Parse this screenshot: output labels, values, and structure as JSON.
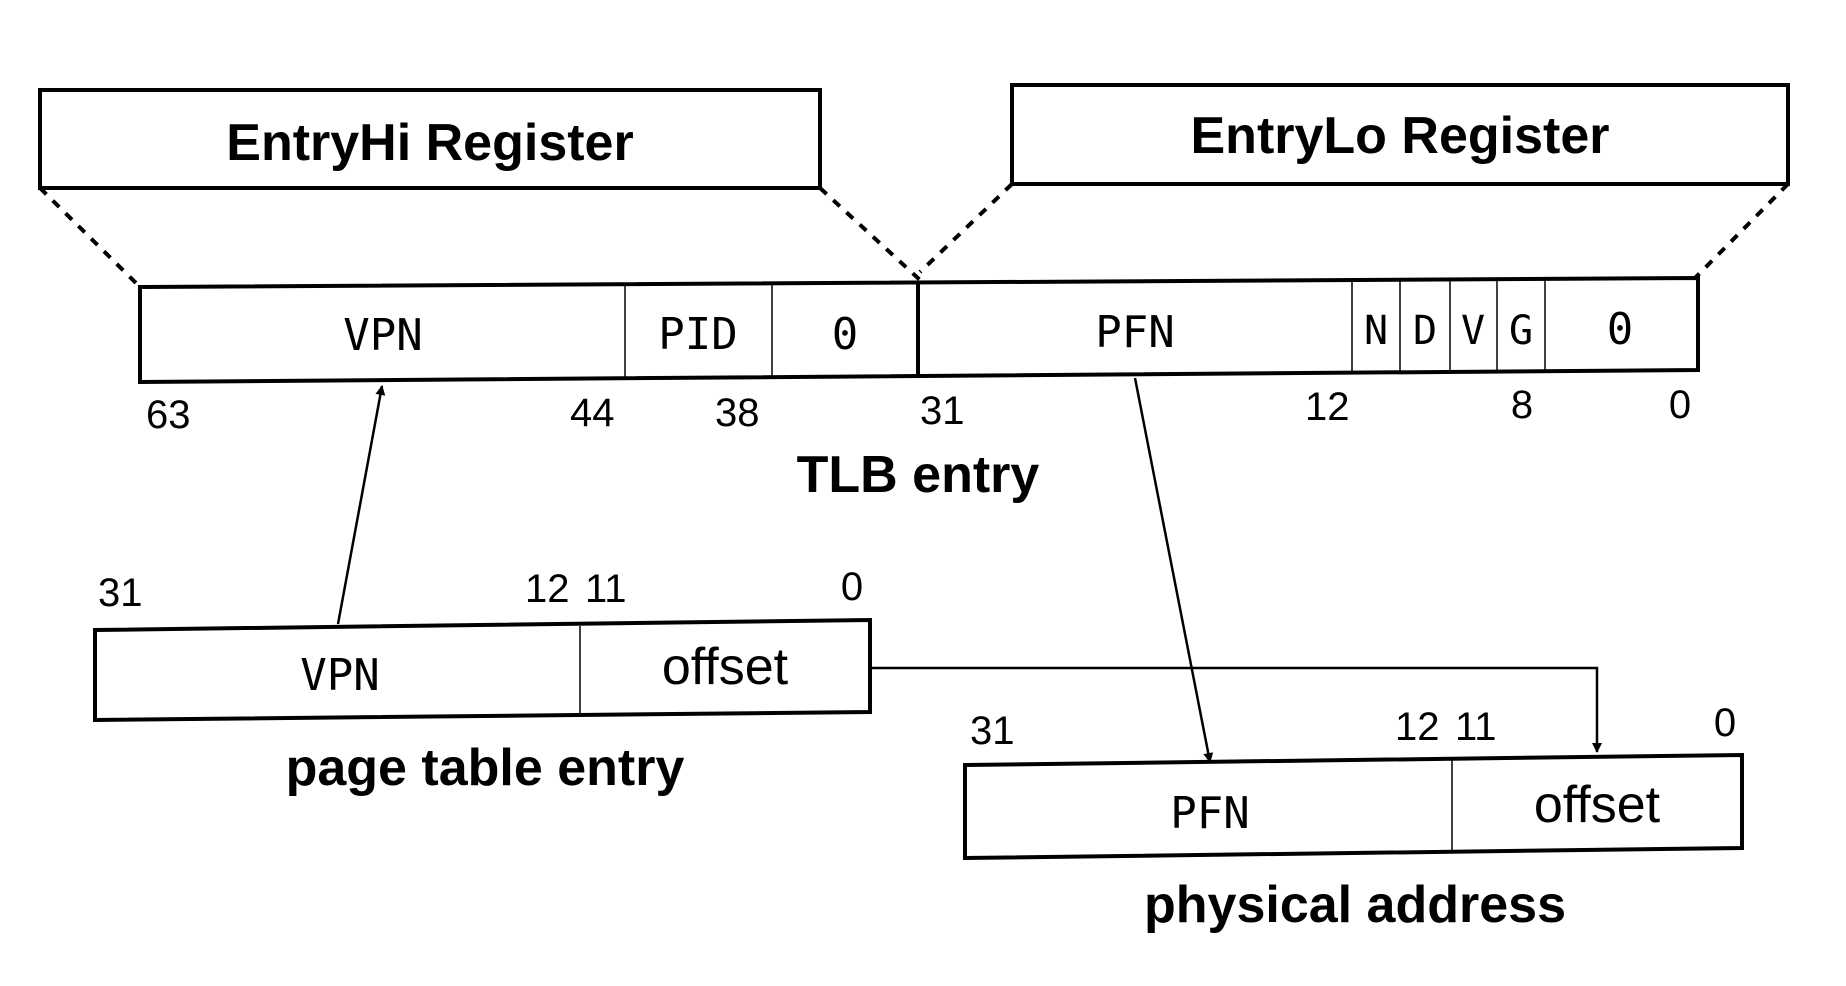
{
  "registers": {
    "entryhi_title": "EntryHi Register",
    "entrylo_title": "EntryLo Register"
  },
  "tlb_entry": {
    "caption": "TLB entry",
    "fields": {
      "vpn": "VPN",
      "pid": "PID",
      "zero_hi": "0",
      "pfn": "PFN",
      "n": "N",
      "d": "D",
      "v": "V",
      "g": "G",
      "zero_lo": "0"
    },
    "bits": {
      "b63": "63",
      "b44": "44",
      "b38": "38",
      "b31": "31",
      "b12": "12",
      "b8": "8",
      "b0": "0"
    }
  },
  "page_table_entry": {
    "caption": "page table entry",
    "fields": {
      "vpn": "VPN",
      "offset": "offset"
    },
    "bits": {
      "b31": "31",
      "b12": "12",
      "b11": "11",
      "b0": "0"
    }
  },
  "physical_address": {
    "caption": "physical address",
    "fields": {
      "pfn": "PFN",
      "offset": "offset"
    },
    "bits": {
      "b31": "31",
      "b12": "12",
      "b11": "11",
      "b0": "0"
    }
  },
  "colors": {
    "ink": "#000000",
    "paper": "#ffffff"
  }
}
